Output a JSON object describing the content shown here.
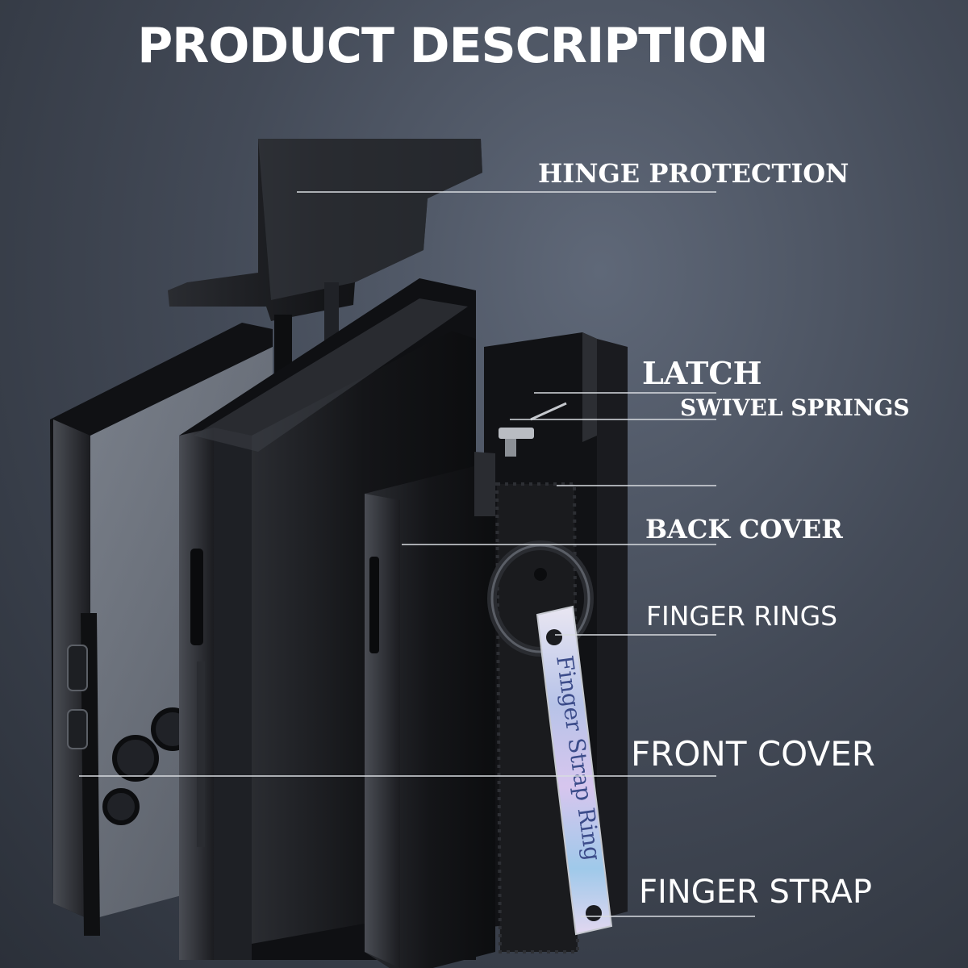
{
  "header": {
    "title": "PRODUCT DESCRIPTION"
  },
  "callouts": {
    "hinge_protection": "HINGE PROTECTION",
    "latch": "LATCH",
    "swivel_springs": "SWIVEL SPRINGS",
    "back_cover": "BACK COVER",
    "finger_rings": "FINGER RINGS",
    "front_cover": "FRONT COVER",
    "finger_strap": "FINGER STRAP"
  },
  "strap_tag": {
    "text": "Finger Strap Ring"
  },
  "colors": {
    "background": "#434a57",
    "case_black": "#141518",
    "leader_line": "#d8dbe0",
    "text": "#ffffff"
  },
  "icons": [
    "phone-case-exploded-illustration"
  ]
}
